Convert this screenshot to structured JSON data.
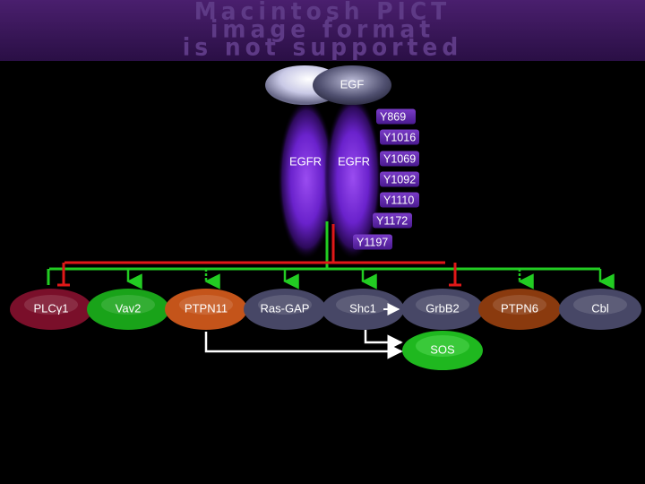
{
  "banner": {
    "text": "Macintosh PICT\nimage format\nis not supported"
  },
  "ligand": {
    "label": "EGF"
  },
  "receptor": {
    "labels": [
      "EGFR",
      "EGFR"
    ]
  },
  "sites": [
    "Y869",
    "Y1016",
    "Y1069",
    "Y1092",
    "Y1110",
    "Y1172",
    "Y1197"
  ],
  "effectors": [
    {
      "label": "PLCγ1",
      "color": "#7a0f2a",
      "inhibited": true
    },
    {
      "label": "Vav2",
      "color": "#19a319",
      "inhibited": false
    },
    {
      "label": "PTPN11",
      "color": "#c4541a",
      "inhibited": false,
      "dashed": true
    },
    {
      "label": "Ras-GAP",
      "color": "#474766",
      "inhibited": false
    },
    {
      "label": "Shc1",
      "color": "#474766",
      "inhibited": false
    },
    {
      "label": "GrbB2",
      "color": "#474766",
      "inhibited": true
    },
    {
      "label": "PTPN6",
      "color": "#8a3a0e",
      "inhibited": false,
      "dashed": true
    },
    {
      "label": "Cbl",
      "color": "#474766",
      "inhibited": false
    }
  ],
  "sos": {
    "label": "SOS",
    "color": "#1fb81f"
  },
  "colors": {
    "activation": "#22cc22",
    "inhibition": "#e01818",
    "link": "#ffffff",
    "receptor": "#6a22cc"
  }
}
